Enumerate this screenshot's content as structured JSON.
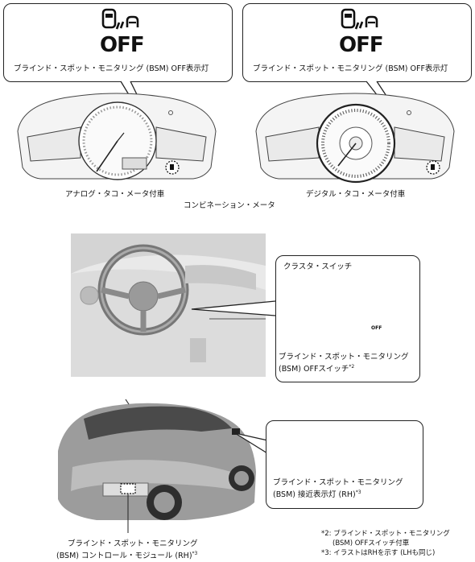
{
  "bsm_off_label": "ブラインド・スポット・モニタリング (BSM) OFF表示灯",
  "off_glyph": "OFF",
  "meter": {
    "analog_label": "アナログ・タコ・メータ付車",
    "digital_label": "デジタル・タコ・メータ付車",
    "combination_label": "コンビネーション・メータ"
  },
  "cluster_switch": {
    "title": "クラスタ・スイッチ",
    "switch_label_line1": "ブラインド・スポット・モニタリング",
    "switch_label_line2": "(BSM) OFFスイッチ",
    "note_ref": "*2",
    "switch_off_glyph": "OFF"
  },
  "approach_indicator": {
    "line1": "ブラインド・スポット・モニタリング",
    "line2": "(BSM) 接近表示灯 (RH)",
    "note_ref": "*3"
  },
  "control_module": {
    "line1": "ブラインド・スポット・モニタリング",
    "line2": "(BSM) コントロール・モジュール (RH)",
    "note_ref": "*3"
  },
  "notes": {
    "note2_mark": "*2:",
    "note2_line1": "ブラインド・スポット・モニタリング",
    "note2_line2": "(BSM) OFFスイッチ付車",
    "note3_mark": "*3:",
    "note3_line1": "イラストはRHを示す (LHも同じ)"
  }
}
